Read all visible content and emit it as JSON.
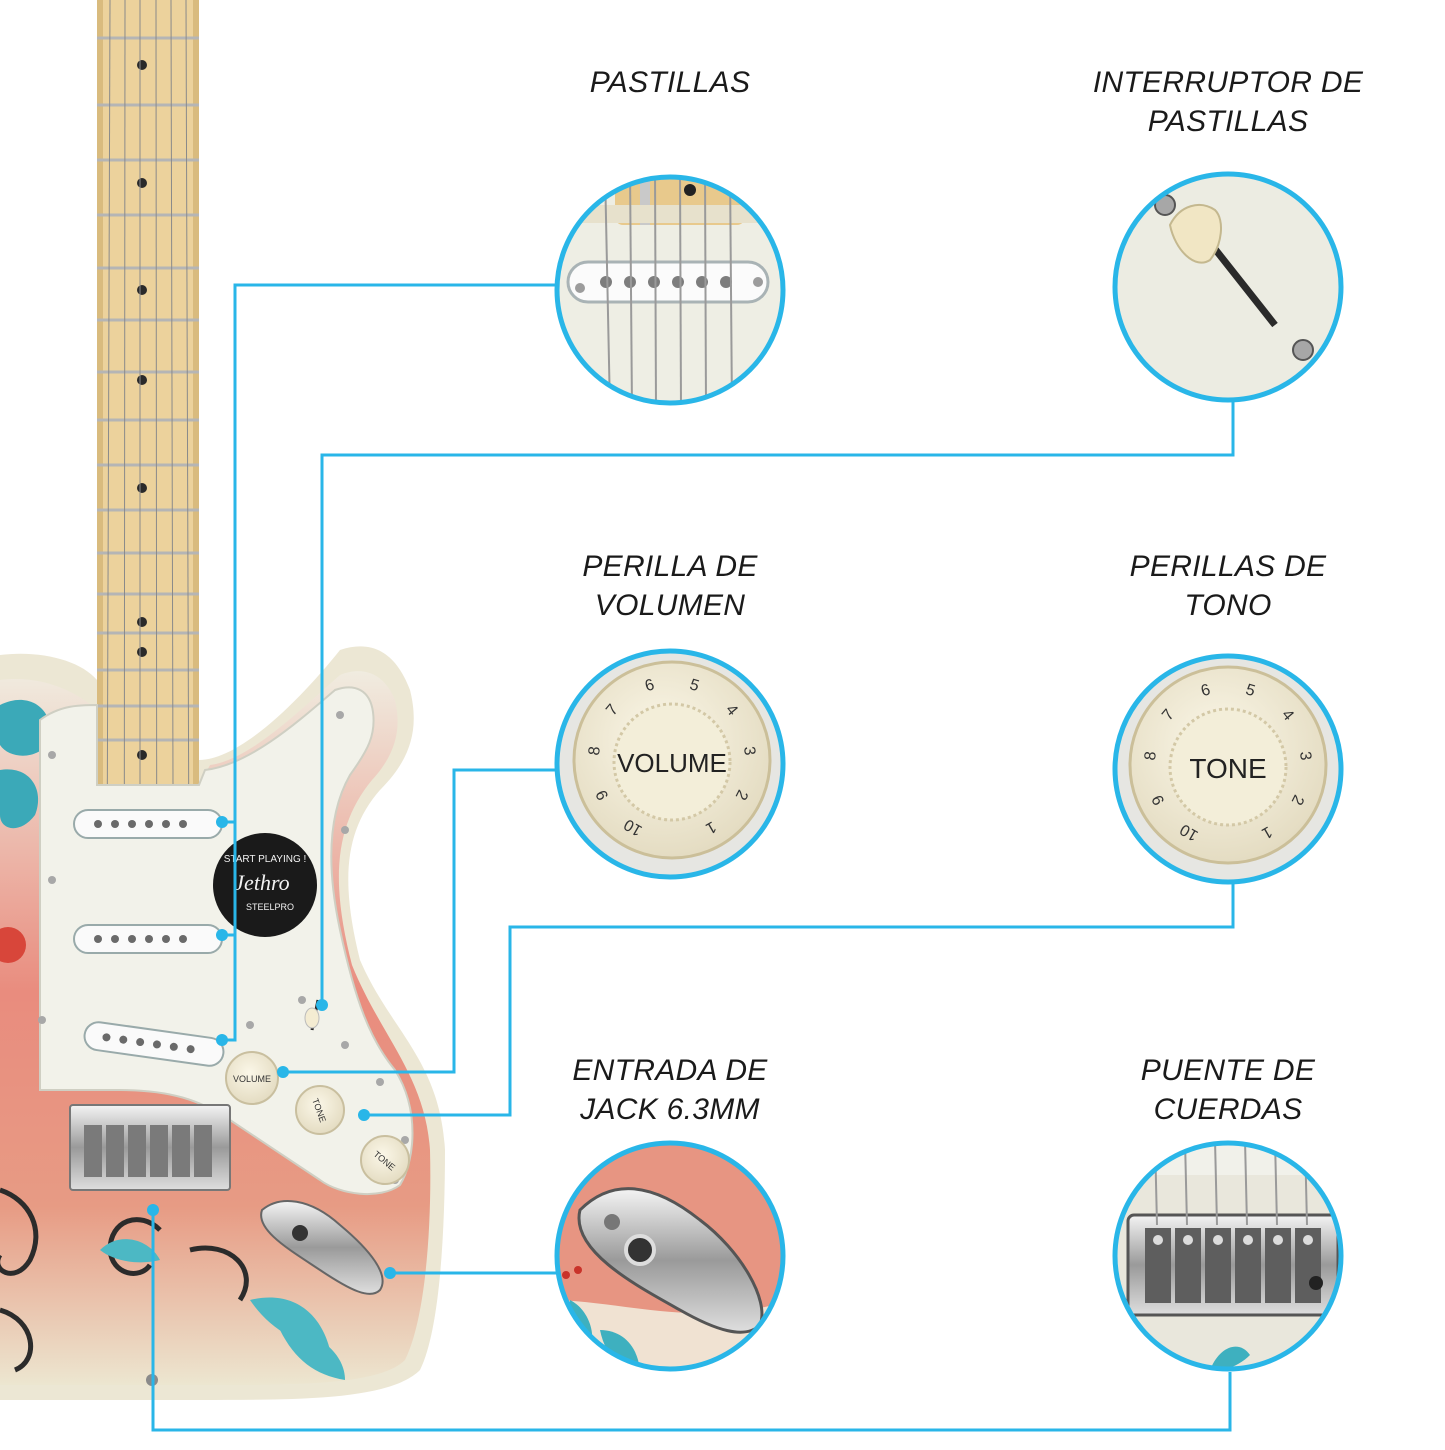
{
  "accent_color": "#29b6e8",
  "labels": {
    "pickups": "PASTILLAS",
    "pickup_switch": [
      "INTERRUPTOR DE",
      "PASTILLAS"
    ],
    "volume_knob": [
      "PERILLA DE",
      "VOLUMEN"
    ],
    "tone_knobs": [
      "PERILLAS DE",
      "TONO"
    ],
    "jack_input": [
      "ENTRADA DE",
      "JACK 6.3MM"
    ],
    "bridge": [
      "PUENTE DE",
      "CUERDAS"
    ]
  },
  "knob_text": {
    "volume": "VOLUME",
    "tone": "TONE",
    "scale": [
      "1",
      "2",
      "3",
      "4",
      "5",
      "6",
      "7",
      "8",
      "9",
      "10"
    ]
  },
  "sticker_text": {
    "line1": "START PLAYING !",
    "brand": "Jethro",
    "maker": "STEELPRO"
  }
}
